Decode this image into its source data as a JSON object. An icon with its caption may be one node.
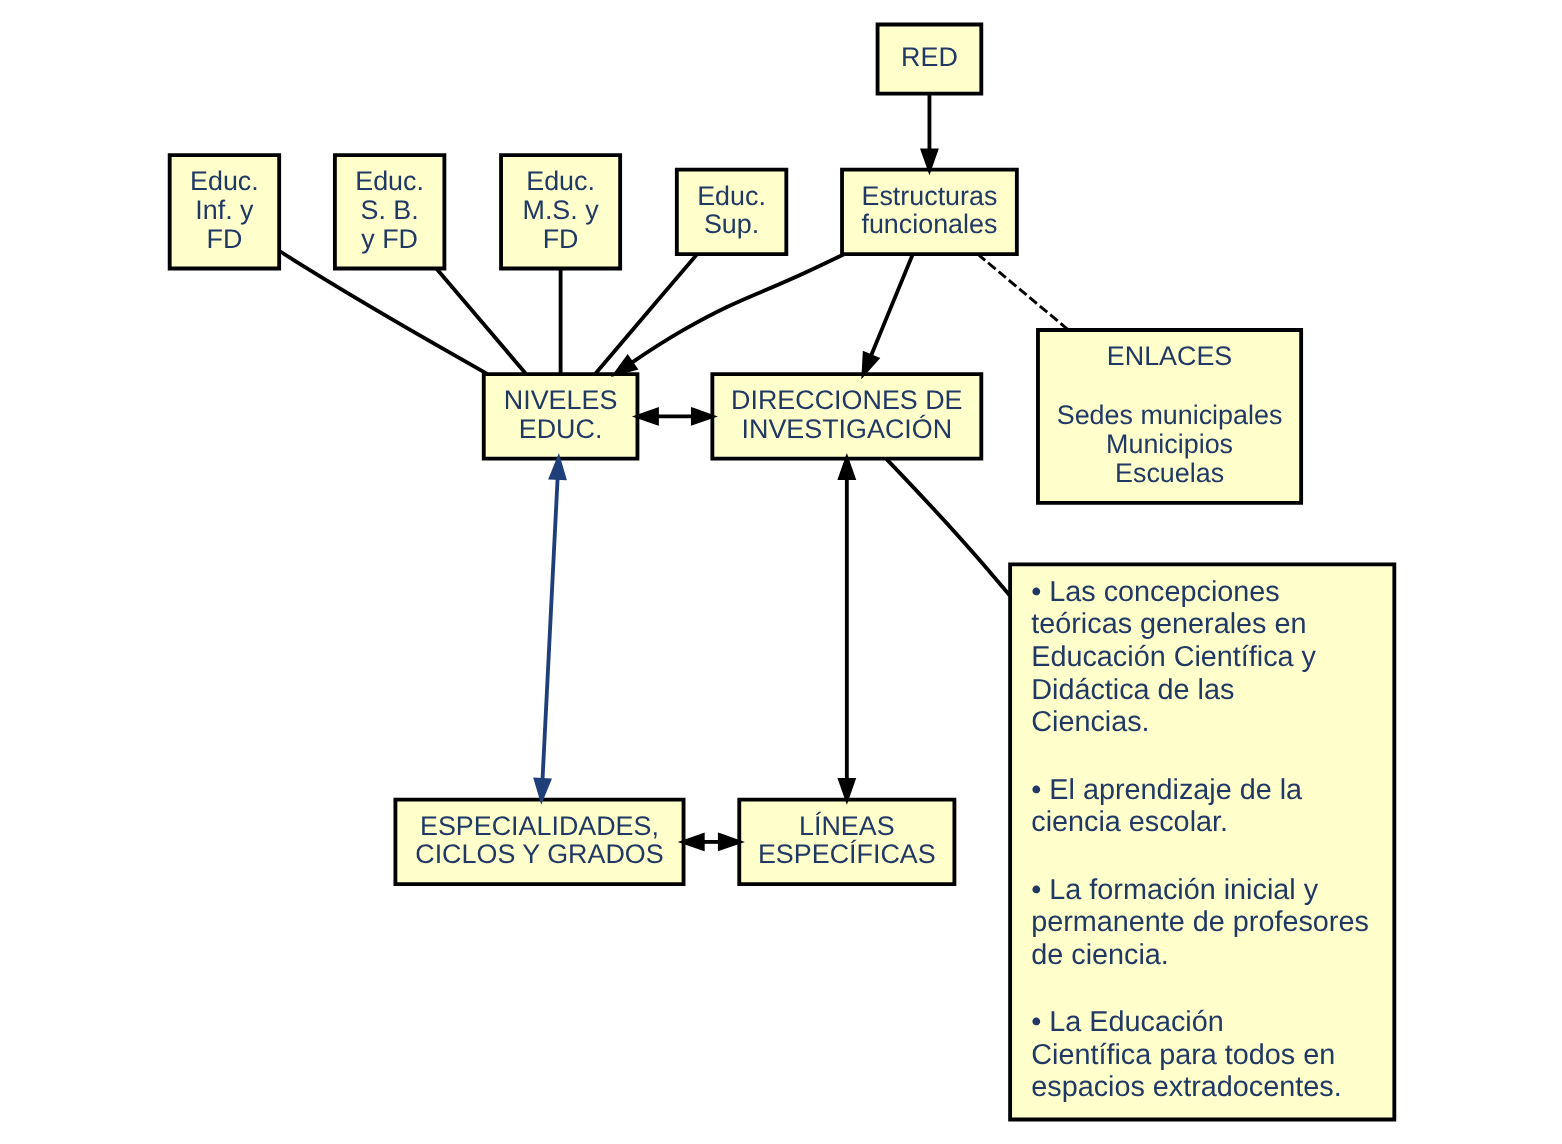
{
  "diagram": {
    "nodes": [
      {
        "text": [
          "RED"
        ]
      },
      {
        "text": [
          "Estructuras funcionales"
        ]
      },
      {
        "text": [
          "Educ. Inf. y FD"
        ]
      },
      {
        "text": [
          "Educ. S. B. y FD"
        ]
      },
      {
        "text": [
          "Educ. M.S. y FD"
        ]
      },
      {
        "text": [
          "Educ. Sup."
        ]
      },
      {
        "text": [
          "NIVELES EDUC."
        ]
      },
      {
        "text": [
          "DIRECCIONES DE INVESTIGACIÓN"
        ]
      },
      {
        "text": [
          "ESPECIALIDADES, CICLOS Y GRADOS"
        ]
      },
      {
        "text": [
          "LÍNEAS ESPECÍFICAS"
        ]
      },
      {
        "text": [
          "ENLACES",
          "Sedes municipales Municipios Escuelas"
        ]
      },
      {
        "text": [
          "• Las concepciones teóricas generales en Educación Científica y Didáctica de las Ciencias.",
          "• El aprendizaje de la ciencia escolar.",
          "• La formación inicial y permanente de profesores de ciencia.",
          "• La Educación Científica para todos en espacios extradocentes."
        ]
      }
    ],
    "edges": [
      {
        "from": 0,
        "to": 1,
        "arrow": "to"
      },
      {
        "from": 1,
        "to": 6,
        "arrow": "to"
      },
      {
        "from": 1,
        "to": 7,
        "arrow": "to"
      },
      {
        "from": 2,
        "to": 6,
        "arrow": "none"
      },
      {
        "from": 3,
        "to": 6,
        "arrow": "none"
      },
      {
        "from": 4,
        "to": 6,
        "arrow": "none"
      },
      {
        "from": 5,
        "to": 6,
        "arrow": "none"
      },
      {
        "from": 6,
        "to": 7,
        "arrow": "both"
      },
      {
        "from": 6,
        "to": 8,
        "arrow": "both",
        "color": "#1f3f7a"
      },
      {
        "from": 7,
        "to": 9,
        "arrow": "both"
      },
      {
        "from": 8,
        "to": 9,
        "arrow": "both"
      },
      {
        "from": 7,
        "to": 11,
        "arrow": "none"
      },
      {
        "from": 1,
        "to": 10,
        "arrow": "none",
        "style": "dashed"
      }
    ]
  }
}
